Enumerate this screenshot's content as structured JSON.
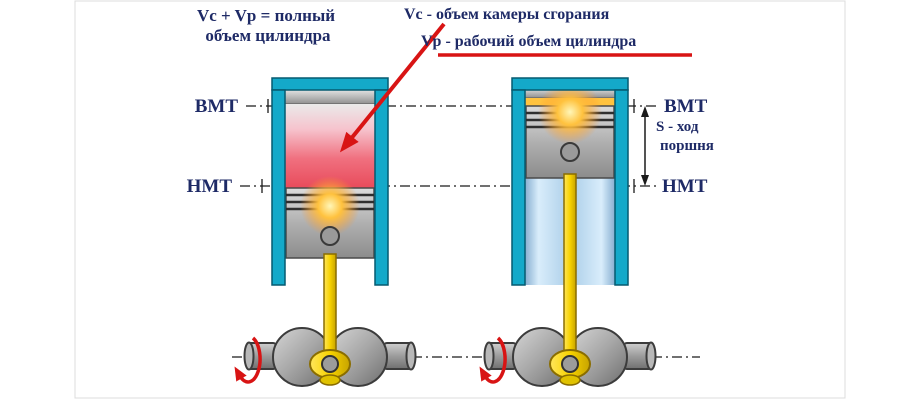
{
  "colors": {
    "navy": "#1e2a66",
    "red": "#d81414",
    "teal": "#14a9c9",
    "rodyellow": "#f7d200",
    "chamberpink": "#ef5b6b",
    "volumeblue": "#aacde8"
  },
  "diagram": {
    "formula": {
      "line1": "Vc + Vp = полный",
      "line2": "объем цилиндра"
    },
    "legend": {
      "vc": "Vc - объем камеры сгорания",
      "vp": "Vp - рабочий объем цилиндра"
    },
    "left_cylinder": {
      "top_mark": "ВМТ",
      "bottom_mark": "НМТ"
    },
    "right_cylinder": {
      "top_mark": "ВМТ",
      "bottom_mark": "НМТ"
    },
    "stroke_label": {
      "line1": "S - ход",
      "line2": "поршня"
    }
  }
}
